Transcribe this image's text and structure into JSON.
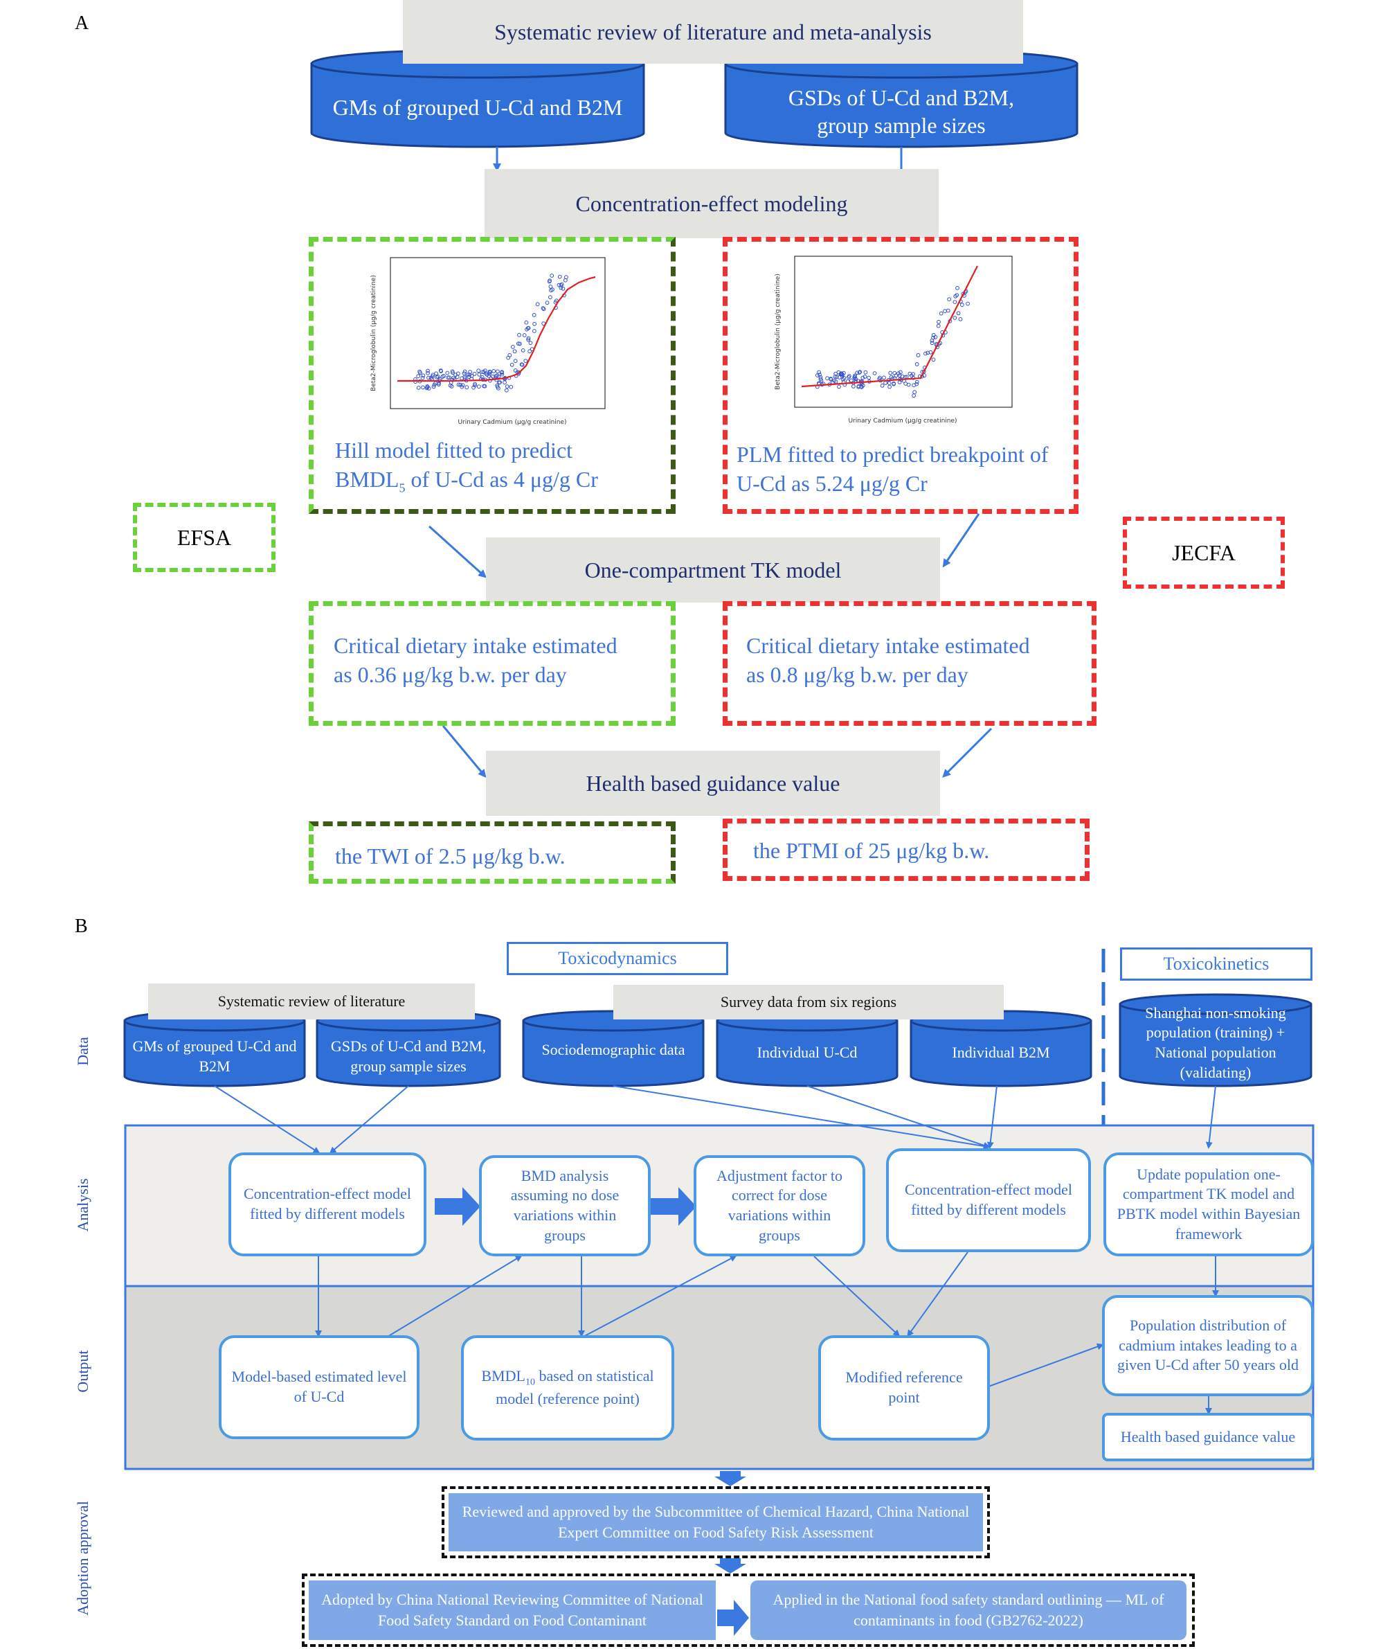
{
  "panelA": {
    "label": "A",
    "top_title": "Systematic review of literature and meta-analysis",
    "cyl_left": "GMs of grouped U-Cd and B2M",
    "cyl_right_line1": "GSDs of U-Cd and B2M,",
    "cyl_right_line2": "group sample sizes",
    "modeling": "Concentration-effect modeling",
    "hill_line1": "Hill model fitted to predict",
    "hill_line2_pre": "BMDL",
    "hill_line2_sub": "5",
    "hill_line2_post": " of U-Cd  as 4 μg/g Cr",
    "plm_line1": "PLM fitted  to predict breakpoint of",
    "plm_line2": "U-Cd as 5.24 μg/g Cr",
    "efsa": "EFSA",
    "jecfa": "JECFA",
    "tk_model": "One-compartment TK model",
    "crit_left_line1": "Critical dietary intake estimated",
    "crit_left_line2": "as 0.36 μg/kg b.w. per day",
    "crit_right_line1": "Critical dietary intake estimated",
    "crit_right_line2": "as 0.8 μg/kg b.w. per day",
    "guidance": "Health based guidance value",
    "twi": "the TWI of 2.5 μg/kg b.w.",
    "ptmi": "the PTMI of 25 μg/kg b.w.",
    "plot_ylabel": "Beta2-Microglobulin (μg/g creatinine)",
    "plot_xlabel": "Urinary Cadmium (μg/g creatinine)"
  },
  "panelB": {
    "label": "B",
    "toxicodynamics": "Toxicodynamics",
    "toxicokinetics": "Toxicokinetics",
    "sys_review": "Systematic review of literature",
    "survey": "Survey data from six regions",
    "side_data": "Data",
    "side_analysis": "Analysis",
    "side_output": "Output",
    "side_adoption": "Adoption approval",
    "cyl1": "GMs of grouped U-Cd and B2M",
    "cyl2": "GSDs of U-Cd and B2M, group sample sizes",
    "cyl3": "Sociodemographic data",
    "cyl4": "Individual U-Cd",
    "cyl5": "Individual B2M",
    "cyl6": "Shanghai non-smoking population (training) + National population (validating)",
    "an1": "Concentration-effect model fitted by different models",
    "an2": "BMD analysis assuming no dose variations within groups",
    "an3": "Adjustment factor to correct for dose variations within groups",
    "an4": "Concentration-effect model fitted by different models",
    "an5": "Update population one-compartment TK model and PBTK model within Bayesian framework",
    "out1": "Model-based estimated level of U-Cd",
    "out2_pre": "BMDL",
    "out2_sub": "10",
    "out2_post": " based on statistical model (reference point)",
    "out3": "Modified reference point",
    "out4": "Population distribution of cadmium intakes leading to a given U-Cd after 50 years old",
    "out5": "Health based guidance value",
    "approve1": "Reviewed and approved by the Subcommittee of Chemical Hazard, China National Expert Committee on Food Safety Risk Assessment",
    "approve2": "Adopted by China National Reviewing Committee of National Food Safety Standard on Food Contaminant",
    "approve3": "Applied in the National food safety standard  outlining — ML of contaminants in food (GB2762-2022)"
  },
  "colors": {
    "cylinder_fill": "#2f6fd8",
    "cylinder_stroke": "#1b3f8f",
    "light_green": "#6ad13a",
    "dark_green": "#3c5a16",
    "red": "#ee3030",
    "arrow_blue": "#3a7ae0",
    "rbox_border": "#4a9be4",
    "approve_fill": "#7ea9e6"
  }
}
